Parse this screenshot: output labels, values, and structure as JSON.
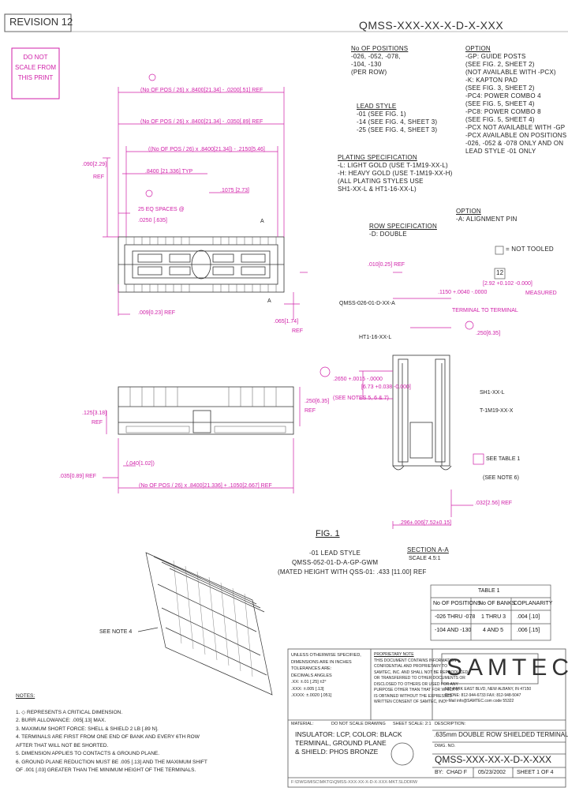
{
  "header": {
    "revision": "REVISION  12",
    "part_pattern": "QMSS-XXX-XX-X-D-X-XXX"
  },
  "warning": {
    "lines": [
      "DO NOT",
      "SCALE FROM",
      "THIS PRINT"
    ]
  },
  "callouts": {
    "positions_title": "No OF POSITIONS",
    "positions_lines": [
      "-026, -052, -078,",
      "-104, -130",
      "(PER ROW)"
    ],
    "lead_style_title": "LEAD STYLE",
    "lead_style_lines": [
      "-01 (SEE FIG. 1)",
      "-14 (SEE FIG. 4, SHEET 3)",
      "-25 (SEE FIG. 4, SHEET 3)"
    ],
    "plating_title": "PLATING SPECIFICATION",
    "plating_lines": [
      "-L: LIGHT GOLD (USE T-1M19-XX-L)",
      "-H: HEAVY GOLD (USE T-1M19-XX-H)",
      "(ALL PLATING STYLES USE",
      " SH1-XX-L & HT1-16-XX-L)"
    ],
    "row_title": "ROW SPECIFICATION",
    "row_lines": [
      "-D: DOUBLE"
    ],
    "option_title": "OPTION",
    "option_lines": [
      "-GP: GUIDE POSTS",
      "(SEE FIG. 2, SHEET 2)",
      "(NOT AVAILABLE WITH -PCX)",
      "-K: KAPTON PAD",
      "(SEE FIG. 3, SHEET 2)",
      "-PC4: POWER COMBO 4",
      "(SEE FIG. 5, SHEET 4)",
      "-PC8: POWER COMBO 8",
      "(SEE FIG. 5, SHEET 4)",
      "-PCX NOT AVAILABLE WITH -GP",
      "-PCX AVAILABLE ON POSITIONS",
      "-026, -052 & -078 ONLY AND ON",
      "LEAD STYLE -01 ONLY"
    ],
    "option2_title": "OPTION",
    "option2_lines": [
      "-A: ALIGNMENT PIN"
    ],
    "not_tooled": "= NOT TOOLED"
  },
  "dims": {
    "d1": "(No OF POS / 26) x .8400[21.34] - .0200[.51] REF",
    "d2": "(No OF POS / 26) x .8400[21.34] - .0350[.89] REF",
    "d3": "((No OF POS / 26) x .8400[21.34]) - .2150[5.46]",
    "d4": ".8400 [21.336] TYP",
    "d5": ".1075 [2.73]",
    "d6": "25 EQ SPACES @",
    "d7": ".0250 [.635]",
    "d8": ".090[2.29]",
    "d8b": "REF",
    "d9": ".009[0.23] REF",
    "d10": ".065[1.74]",
    "d10b": "REF",
    "d11": ".125[3.18]",
    "d11b": "REF",
    "d12": ".250[6.35]",
    "d12b": "REF",
    "d13": "(.040[1.02])",
    "d14": ".035[0.89] REF",
    "d15": "(No OF POS / 26) x .8400[21.336] + .1050[2.667] REF",
    "d16": ".010[0.25] REF",
    "d17": ".1150 +.0040 -.0000",
    "d17b": "[2.92 +0.102 -0.000]",
    "d17c": "MEASURED",
    "d17d": "TERMINAL TO TERMINAL",
    "d18": ".250[6.35]",
    "d19": ".2650 +.0015 -.0000",
    "d19b": "[6.73 +0.038 -0.000]",
    "d19c": "(SEE NOTES 5, 6 & 7)",
    "d20": ".032[2.56] REF",
    "d21": ".296±.006[7.52±0.15]",
    "ref_a": "A",
    "ref_a2": "A",
    "note_r": "12"
  },
  "section_labels": {
    "qmss": "QMSS-026-01-D-XX-A",
    "ht1": "HT1-16-XX-L",
    "sh1": "SH1-XX-L",
    "t1m": "T-1M19-XX-X",
    "see_table": "SEE TABLE 1",
    "see_note6": "(SEE NOTE 6)",
    "section_title": "SECTION A-A",
    "section_scale": "SCALE 4.5:1"
  },
  "fig1": {
    "title": "FIG. 1",
    "subtitle": "-01 LEAD STYLE",
    "line2": "QMSS-052-01-D-A-GP-GWM",
    "line3": "(MATED HEIGHT WITH QSS-01: .433 [11.00] REF",
    "see_note4": "SEE NOTE 4"
  },
  "table1": {
    "title": "TABLE 1",
    "headers": [
      "No OF POSITIONS",
      "No OF BANKS",
      "COPLANARITY"
    ],
    "rows": [
      [
        "-026 THRU -078",
        "1 THRU 3",
        ".004 [.10]"
      ],
      [
        "-104 AND -130",
        "4 AND 5",
        ".006 [.15]"
      ]
    ]
  },
  "notes": {
    "title": "NOTES:",
    "lines": [
      "1. ◇ REPRESENTS A CRITICAL DIMENSION.",
      "2. BURR ALLOWANCE: .005[.13] MAX.",
      "3. MAXIMUM SHORT FORCE: SHELL & SHIELD 2 LB [.89 N].",
      "4. TERMINALS ARE FIRST FROM ONE END OF BANK AND EVERY 6TH ROW",
      "   AFTER THAT WILL NOT BE SHORTED.",
      "5. DIMENSION APPLIES TO CONTACTS & GROUND PLANE.",
      "6. GROUND PLANE REDUCTION MUST BE .005 [.13] AND THE MAXIMUM SHIFT",
      "   OF .001 [.03] GREATER THAN THE MINIMUM HEIGHT OF THE TERMINALS."
    ]
  },
  "title_block": {
    "tolerances_title": "UNLESS OTHERWISE SPECIFIED,",
    "tolerances_lines": [
      "DIMENSIONS ARE IN INCHES",
      "TOLERANCES ARE:",
      "DECIMALS    ANGLES",
      ".XX: ±.01 [.25]    ±2°",
      ".XXX: ±.005 [.13]",
      ".XXXX: ±.0020 [.051]"
    ],
    "proprietary_title": "PROPRIETARY NOTE",
    "proprietary_lines": [
      "THIS DOCUMENT CONTAINS INFORMATION",
      "CONFIDENTIAL AND PROPRIETARY TO",
      "SAMTEC, INC. AND SHALL NOT BE REPRODUCED",
      "OR TRANSFERRED TO OTHER DOCUMENTS OR",
      "DISCLOSED TO OTHERS OR USED FOR ANY",
      "PURPOSE OTHER THAN THAT FOR WHICH IT",
      "IS OBTAINED WITHOUT THE EXPRESSED",
      "WRITTEN CONSENT OF SAMTEC, INC."
    ],
    "brand": "SAMTEC",
    "address_lines": [
      "520 PARK EAST BLVD, NEW ALBANY, IN 47150",
      "PHONE: 812-944-6733  FAX: 812-948-5047",
      "e-Mail info@SAMTEC.com  code 55322"
    ],
    "material_label": "MATERIAL:",
    "material_lines": [
      "INSULATOR: LCP, COLOR: BLACK",
      "TERMINAL, GROUND PLANE",
      "& SHIELD: PHOS BRONZE"
    ],
    "do_not_scale": "DO NOT SCALE DRAWING",
    "sheet_scale": "SHEET SCALE: 2:1",
    "description_label": "DESCRIPTION:",
    "description": ".635mm DOUBLE ROW SHIELDED TERMINAL STRIP",
    "dwg_label": "DWG. NO.",
    "dwg_no": "QMSS-XXX-XX-X-D-X-XXX",
    "by_label": "BY:",
    "by": "CHAD F",
    "date": "05/23/2002",
    "sheet": "SHEET 1 OF 4",
    "footer": "F:\\DWG\\MISC\\MKTG\\QMSS-XXX-XX-X-D-X-XXX-MKT.SLDDRW"
  }
}
